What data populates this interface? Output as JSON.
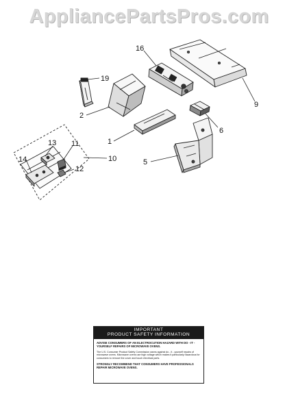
{
  "watermark": "AppliancePartsPros.com",
  "callouts": {
    "p16": "16",
    "p19": "19",
    "p9": "9",
    "p2": "2",
    "p6": "6",
    "p1": "1",
    "p13": "13",
    "p11": "11",
    "p10": "10",
    "p14": "14",
    "p12": "12",
    "p5": "5"
  },
  "notice": {
    "title_line1": "IMPORTANT",
    "title_line2": "PRODUCT  SAFETY  INFORMATION",
    "advise": "ADVISE CONSUMERS OF AN ELECTROCUTION HAZARD WITH DO - IT - YOURSELF REPAIRS OF MICROWAVE OVENS.",
    "commission": "The U.S. Consumer Product Safety Commission warns against do - it - yourself repairs of microwave ovens. Microwave ovens use high voltage which makes it particularly hazardous for consumers to remove the cover and touch electrical parts.",
    "recommend": "STRONGLY RECOMMEND THAT CONSUMERS HAVE PROFESSIONALS REPAIR MICROWAVE OVENS."
  }
}
